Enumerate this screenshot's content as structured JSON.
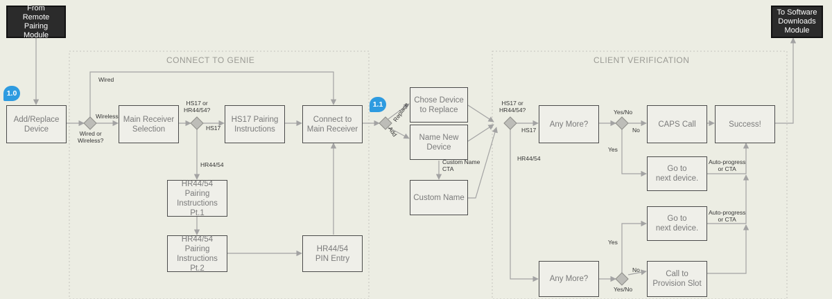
{
  "sections": {
    "connect": "CONNECT TO GENIE",
    "verify": "CLIENT VERIFICATION"
  },
  "badges": {
    "b1": "1.0",
    "b2": "1.1"
  },
  "nodes": {
    "from_remote": "From\nRemote Pairing\nModule",
    "to_software": "To Software\nDownloads\nModule",
    "add_replace": "Add/Replace\nDevice",
    "main_receiver": "Main Receiver\nSelection",
    "hs17_pairing": "HS17 Pairing\nInstructions",
    "connect_main": "Connect to\nMain Receiver",
    "hr_pt1": "HR44/54\nPairing\nInstructions Pt.1",
    "hr_pt2": "HR44/54\nPairing\nInstructions Pt.2",
    "hr_pin": "HR44/54\nPIN Entry",
    "chose_device": "Chose Device\nto Replace",
    "name_new": "Name New\nDevice",
    "custom_name": "Custom Name",
    "any_more_1": "Any More?",
    "caps_call": "CAPS Call",
    "success": "Success!",
    "go_next_1": "Go to\nnext device.",
    "go_next_2": "Go to\nnext device.",
    "any_more_2": "Any More?",
    "call_provision": "Call to\nProvision Slot"
  },
  "labels": {
    "wired": "Wired",
    "wireless": "Wireless",
    "wired_or_wireless": "Wired or\nWireless?",
    "hs17_or_hr_1": "HS17 or\nHR44/54?",
    "hs17_1": "HS17",
    "hr4454_1": "HR44/54",
    "replace": "Replace",
    "add": "Add",
    "custom_name_cta": "Custom Name\nCTA",
    "hs17_or_hr_2": "HS17 or\nHR44/54?",
    "hs17_2": "HS17",
    "hr4454_2": "HR44/54",
    "yes_no_1": "Yes/No",
    "no_1": "No",
    "yes_1": "Yes",
    "auto_1": "Auto-progress\nor CTA",
    "auto_2": "Auto-progress\nor CTA",
    "yes_2": "Yes",
    "no_2": "No",
    "yes_no_2": "Yes/No"
  }
}
